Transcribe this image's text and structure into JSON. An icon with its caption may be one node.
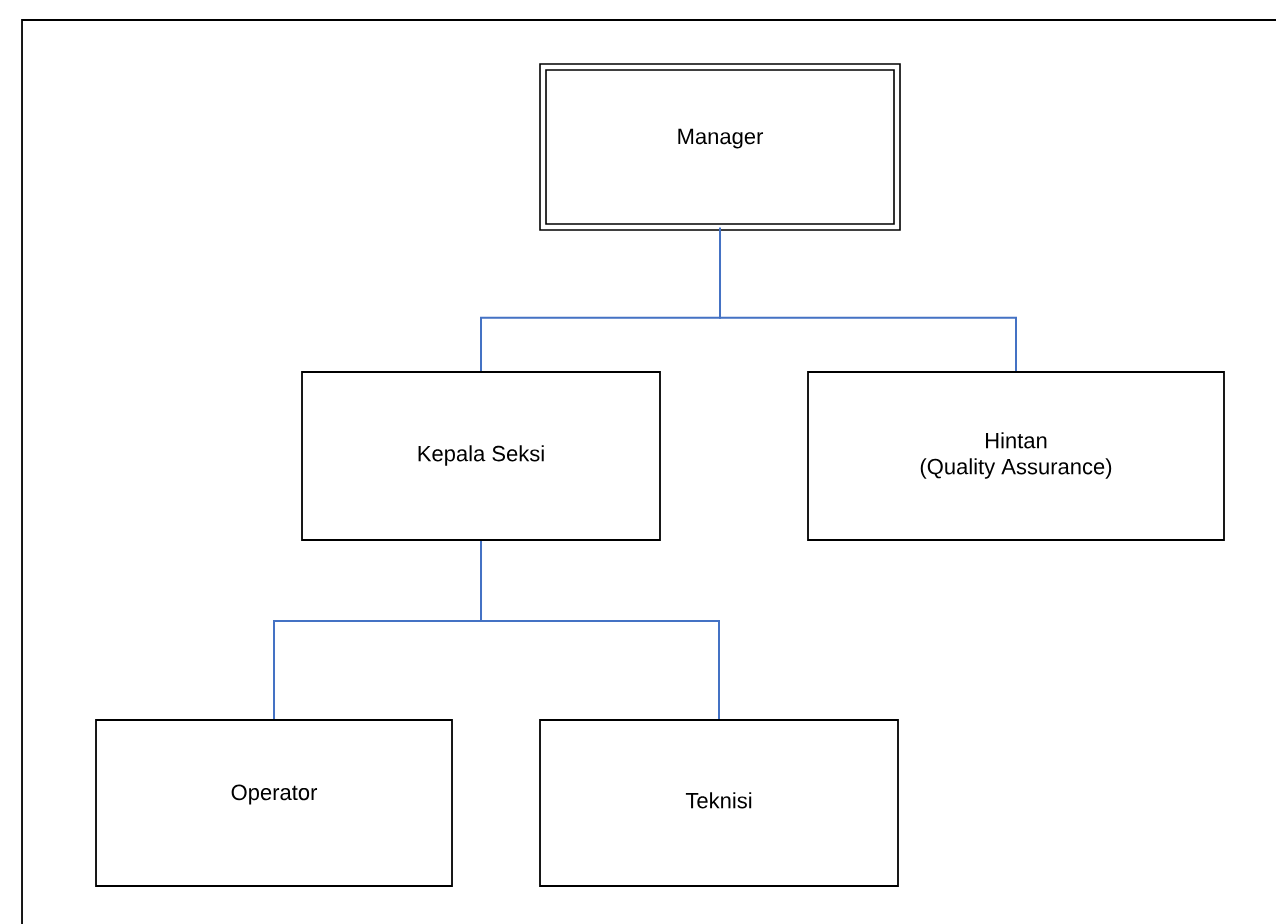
{
  "diagram": {
    "nodes": [
      {
        "text": [
          "Manager"
        ]
      },
      {
        "text": [
          "Kepala Seksi"
        ]
      },
      {
        "text": [
          "Hintan",
          "(Quality Assurance)"
        ]
      },
      {
        "text": [
          "Operator"
        ]
      },
      {
        "text": [
          "Teknisi"
        ]
      }
    ],
    "edges": [
      {
        "from": 0,
        "to": 1,
        "arrow": "none"
      },
      {
        "from": 0,
        "to": 2,
        "arrow": "none"
      },
      {
        "from": 1,
        "to": 3,
        "arrow": "none"
      },
      {
        "from": 1,
        "to": 4,
        "arrow": "none"
      }
    ]
  }
}
